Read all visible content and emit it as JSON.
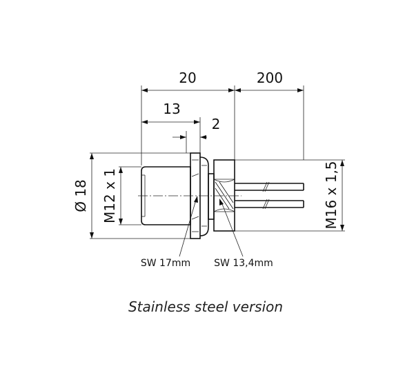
{
  "dimensions": {
    "overall_length": "20",
    "cable_length": "200",
    "body_length": "13",
    "flange_length": "2",
    "outer_diameter": "Ø 18",
    "front_thread": "M12 x 1",
    "rear_thread": "M16 x 1,5"
  },
  "wrench_sizes": {
    "nut": "SW 17mm",
    "hex": "SW 13,4mm"
  },
  "caption": "Stainless steel version"
}
